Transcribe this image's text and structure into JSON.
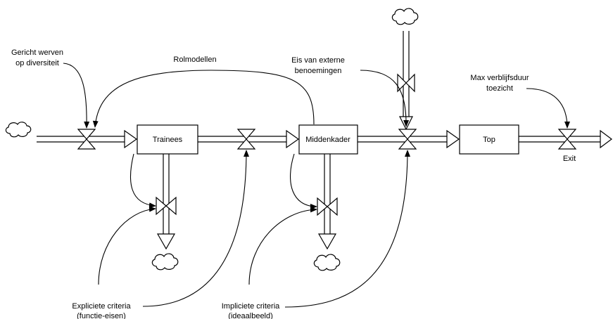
{
  "stocks": {
    "trainees": "Trainees",
    "middenkader": "Middenkader",
    "top": "Top"
  },
  "labels": {
    "gericht_werven_l1": "Gericht werven",
    "gericht_werven_l2": "op diversiteit",
    "rolmodellen": "Rolmodellen",
    "eis_extern_l1": "Eis van externe",
    "eis_extern_l2": "benoemingen",
    "max_verblijf_l1": "Max verblijfsduur",
    "max_verblijf_l2": "toezicht",
    "exit": "Exit",
    "expliciete_l1": "Expliciete criteria",
    "expliciete_l2": "(functie-eisen)",
    "impliciete_l1": "Impliciete criteria",
    "impliciete_l2": "(ideaalbeeld)"
  },
  "colors": {
    "stroke": "#000000",
    "fill": "#ffffff"
  },
  "icons": {
    "source": "cloud-icon",
    "valve": "valve-icon"
  }
}
